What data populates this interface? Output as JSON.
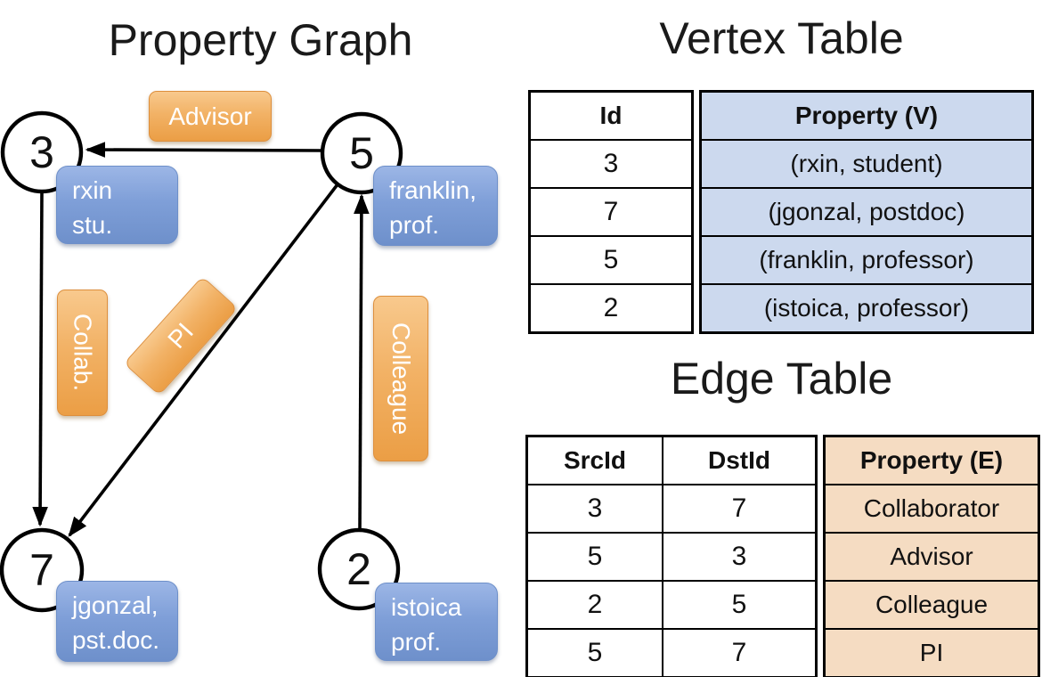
{
  "graph": {
    "title": "Property Graph",
    "nodes": [
      {
        "id": "3",
        "property_line1": "rxin",
        "property_line2": "stu."
      },
      {
        "id": "5",
        "property_line1": "franklin,",
        "property_line2": "prof."
      },
      {
        "id": "7",
        "property_line1": "jgonzal,",
        "property_line2": "pst.doc."
      },
      {
        "id": "2",
        "property_line1": "istoica",
        "property_line2": "prof."
      }
    ],
    "edge_labels": [
      {
        "label": "Advisor"
      },
      {
        "label": "Collab."
      },
      {
        "label": "PI"
      },
      {
        "label": "Colleague"
      }
    ]
  },
  "vertex_table": {
    "title": "Vertex Table",
    "id_header": "Id",
    "property_header": "Property (V)",
    "rows": [
      {
        "id": "3",
        "property": "(rxin, student)"
      },
      {
        "id": "7",
        "property": "(jgonzal, postdoc)"
      },
      {
        "id": "5",
        "property": "(franklin, professor)"
      },
      {
        "id": "2",
        "property": "(istoica, professor)"
      }
    ]
  },
  "edge_table": {
    "title": "Edge Table",
    "src_header": "SrcId",
    "dst_header": "DstId",
    "property_header": "Property (E)",
    "rows": [
      {
        "src": "3",
        "dst": "7",
        "property": "Collaborator"
      },
      {
        "src": "5",
        "dst": "3",
        "property": "Advisor"
      },
      {
        "src": "2",
        "dst": "5",
        "property": "Colleague"
      },
      {
        "src": "5",
        "dst": "7",
        "property": "PI"
      }
    ]
  },
  "colors": {
    "edge_label_orange": "#EB9E45",
    "vertex_prop_blue": "#7F9FD8",
    "vertex_table_bg": "#CCD9EE",
    "edge_table_bg": "#F5DCC2",
    "line_black": "#000000"
  }
}
